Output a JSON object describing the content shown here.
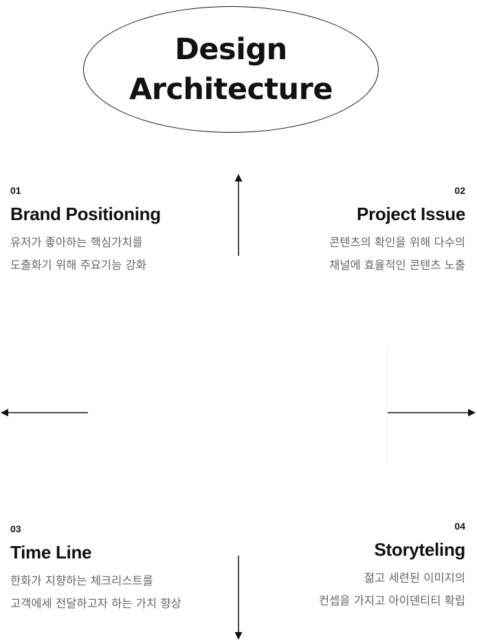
{
  "title": {
    "line1": "Design",
    "line2": "Architecture"
  },
  "items": [
    {
      "number": "01",
      "heading": "Brand Positioning",
      "lines": [
        "유저가 좋아하는 핵심가치를",
        "도출화기 위해 주요기능 강화"
      ]
    },
    {
      "number": "02",
      "heading": "Project Issue",
      "lines": [
        "콘텐츠의 확인을 위해 다수의",
        "채널에 효율적인 콘텐츠 노출"
      ]
    },
    {
      "number": "03",
      "heading": "Time Line",
      "lines": [
        "한화가 지향하는 체크리스트를",
        "고객에세 전달하고자 하는 가치 향상"
      ]
    },
    {
      "number": "04",
      "heading": "Storyteling",
      "lines": [
        "젊고 세련된 이미지의",
        "컨셉을 가지고 아이덴티티 확립"
      ]
    }
  ],
  "arrows": [
    "arrow-up-icon",
    "arrow-left-icon",
    "arrow-right-icon",
    "arrow-down-icon"
  ],
  "colors": {
    "text": "#111111",
    "muted": "#666666",
    "background": "#ffffff"
  }
}
